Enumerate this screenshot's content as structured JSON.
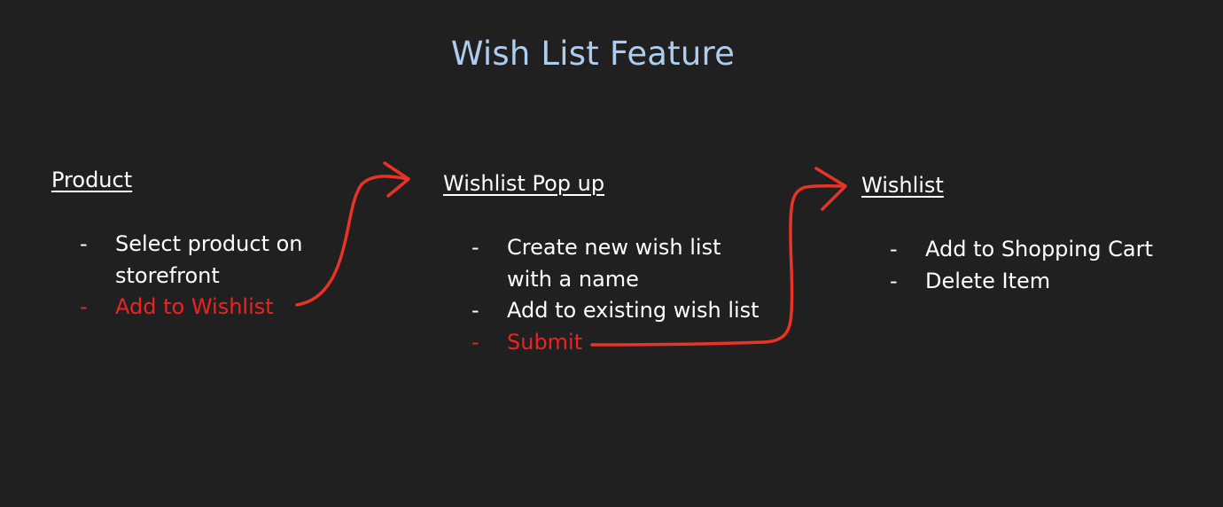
{
  "title": "Wish List Feature",
  "columns": [
    {
      "header": "Product",
      "items": [
        {
          "dash": "-",
          "lines": [
            "Select product on",
            "storefront"
          ],
          "highlight": false
        },
        {
          "dash": "-",
          "lines": [
            "Add to Wishlist"
          ],
          "highlight": true
        }
      ]
    },
    {
      "header": "Wishlist Pop up",
      "items": [
        {
          "dash": "-",
          "lines": [
            "Create new wish list",
            "with a name"
          ],
          "highlight": false
        },
        {
          "dash": "-",
          "lines": [
            "Add to existing wish list"
          ],
          "highlight": false
        },
        {
          "dash": "-",
          "lines": [
            "Submit"
          ],
          "highlight": true
        }
      ]
    },
    {
      "header": "Wishlist",
      "items": [
        {
          "dash": "-",
          "lines": [
            "Add to Shopping Cart"
          ],
          "highlight": false
        },
        {
          "dash": "-",
          "lines": [
            "Delete Item"
          ],
          "highlight": false
        }
      ]
    }
  ],
  "colors": {
    "background": "#212020",
    "title": "#aecdee",
    "text": "#ffffff",
    "highlight": "#ee2222",
    "arrow": "#e83326"
  }
}
